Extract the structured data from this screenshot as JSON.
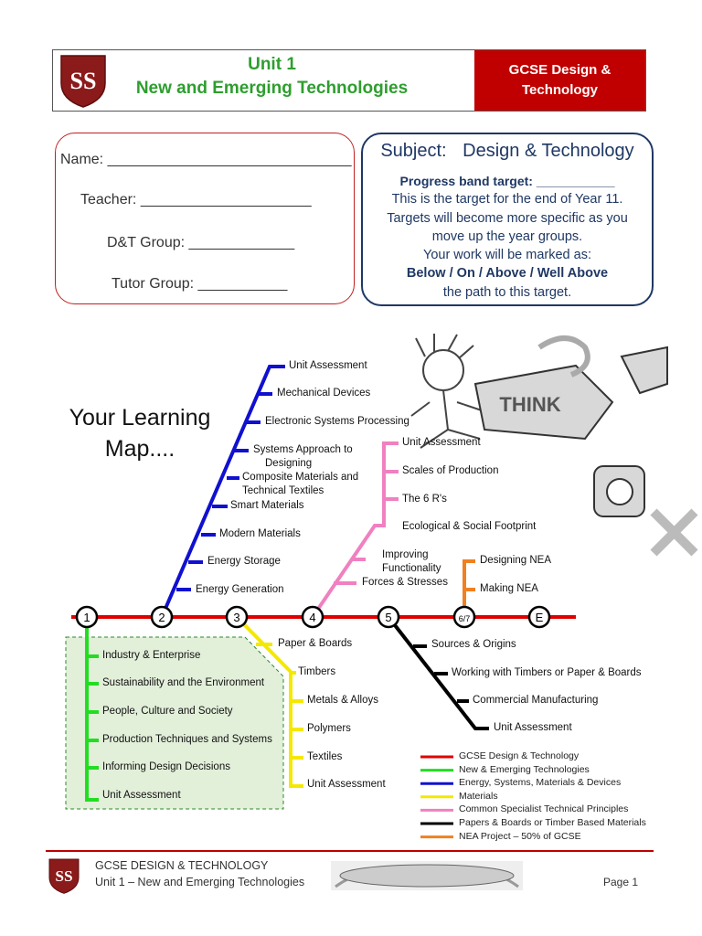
{
  "header": {
    "unit": "Unit 1",
    "unit_title": "New and Emerging Technologies",
    "course": "GCSE Design & Technology"
  },
  "name_box": {
    "name": "Name: ______________________________",
    "teacher": "Teacher: _____________________",
    "dt_group": "D&T Group: _____________",
    "tutor_group": "Tutor Group: ___________"
  },
  "subject_box": {
    "label": "Subject:",
    "subject": "Design & Technology",
    "progress": "Progress band target:    ___________",
    "line1": "This is the target for the end of Year 11.",
    "line2": "Targets will become more specific as you",
    "line3": "move up the year groups.",
    "line4": "Your work will be marked as:",
    "bands": "Below / On / Above / Well Above",
    "line5": "the path to this target."
  },
  "map": {
    "title_line1": "Your Learning",
    "title_line2": "Map....",
    "stations": [
      "1",
      "2",
      "3",
      "4",
      "5",
      "6/7",
      "E"
    ],
    "green_items": [
      "Industry & Enterprise",
      "Sustainability and the Environment",
      "People, Culture and Society",
      "Production Techniques and Systems",
      "Informing Design Decisions",
      "Unit Assessment"
    ],
    "blue_items": [
      "Unit Assessment",
      "Mechanical Devices",
      "Electronic Systems Processing",
      "Systems Approach to",
      "Designing",
      "Composite Materials and",
      "Technical Textiles",
      "Smart Materials",
      "Modern Materials",
      "Energy Storage",
      "Energy Generation"
    ],
    "yellow_items": [
      "Paper & Boards",
      "Timbers",
      "Metals & Alloys",
      "Polymers",
      "Textiles",
      "Unit Assessment"
    ],
    "pink_items": [
      "Unit Assessment",
      "Scales of Production",
      "The 6 R's",
      "Ecological & Social Footprint",
      "Improving",
      "Functionality",
      "Forces & Stresses"
    ],
    "orange_items": [
      "Designing NEA",
      "Making NEA"
    ],
    "black_items": [
      "Sources & Origins",
      "Working with Timbers or Paper & Boards",
      "Commercial Manufacturing",
      "Unit Assessment"
    ]
  },
  "legend": [
    {
      "color": "#e00000",
      "label": "GCSE Design & Technology"
    },
    {
      "color": "#22dd22",
      "label": "New & Emerging Technologies"
    },
    {
      "color": "#1010d0",
      "label": "Energy, Systems, Materials & Devices"
    },
    {
      "color": "#f5e800",
      "label": "Materials"
    },
    {
      "color": "#f080c0",
      "label": "Common Specialist Technical Principles"
    },
    {
      "color": "#000000",
      "label": "Papers & Boards or Timber Based Materials"
    },
    {
      "color": "#f08020",
      "label": "NEA Project – 50% of GCSE"
    }
  ],
  "footer": {
    "line1": "GCSE DESIGN & TECHNOLOGY",
    "line2": "Unit 1 – New and Emerging Technologies",
    "page": "Page 1"
  },
  "colors": {
    "red": "#c00000",
    "green_title": "#2e9e2e",
    "navy": "#1f3864"
  }
}
